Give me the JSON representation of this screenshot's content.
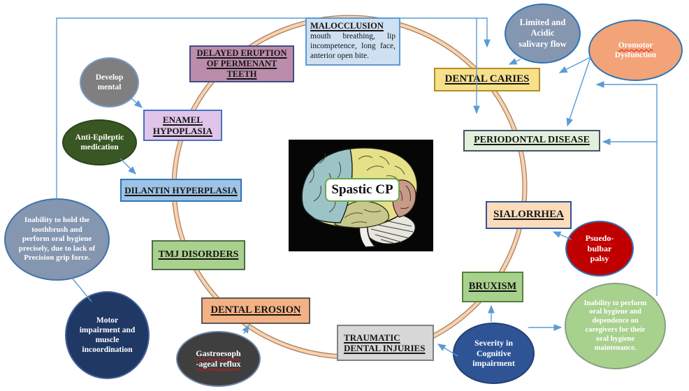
{
  "center": {
    "label": "Spastic CP"
  },
  "nodes": {
    "malocclusion": {
      "title": "MALOCCLUSION",
      "body": "mouth breathing, lip incompetence, long face, anterior open bite."
    },
    "delayed_eruption": {
      "title": "DELAYED ERUPTION OF PERMENANT TEETH"
    },
    "dental_caries": {
      "title": "DENTAL CARIES"
    },
    "periodontal_disease": {
      "title": "PERIODONTAL DISEASE"
    },
    "sialorrhea": {
      "title": "SIALORRHEA"
    },
    "bruxism": {
      "title": "BRUXISM"
    },
    "traumatic_injuries": {
      "title": "TRAUMATIC DENTAL INJURIES"
    },
    "dental_erosion": {
      "title": "DENTAL EROSION"
    },
    "tmj": {
      "title": "TMJ DISORDERS"
    },
    "dilantin": {
      "title": "DILANTIN HYPERPLASIA"
    },
    "enamel": {
      "title": "ENAMEL HYPOPLASIA"
    }
  },
  "factors": {
    "developmental": {
      "text": "Develop mental"
    },
    "anti_epileptic": {
      "text": "Anti-Epileptic medication"
    },
    "inability_hold": {
      "text": "Inability to hold the toothbrush and perform oral hygiene precisely, due to lack of Precision grip force."
    },
    "motor_impairment": {
      "text": "Motor impairment and muscle incoordination"
    },
    "gastro_reflux": {
      "line1": "Gastroesoph",
      "line2": "-ageal reflux"
    },
    "severity_cognitive": {
      "text": "Severity in Cognitive impairment"
    },
    "psuedobulbar": {
      "line1": "Psuedo-",
      "line2": "bulbar",
      "line3": "palsy"
    },
    "inability_perform": {
      "text": "Inability to perform oral hygiene and dependence on caregivers for their oral hygiene maintenance."
    },
    "limited_saliva": {
      "text": "Limited and Acidic salivary flow"
    },
    "oromotor": {
      "line1": "Oromotor",
      "line2": "Dysfunction"
    }
  },
  "colors": {
    "arrow_blue": "#5b9bd5",
    "ring_tan": "#f5d3b3",
    "ring_edge": "#ab7d55",
    "caries_yellow": "#f6e08b",
    "green_box": "#a9d18e",
    "red_ellipse": "#c00000",
    "navy_ellipse": "#1f3864",
    "slate_ellipse": "#8496b0",
    "orange_ellipse": "#f2a377"
  }
}
